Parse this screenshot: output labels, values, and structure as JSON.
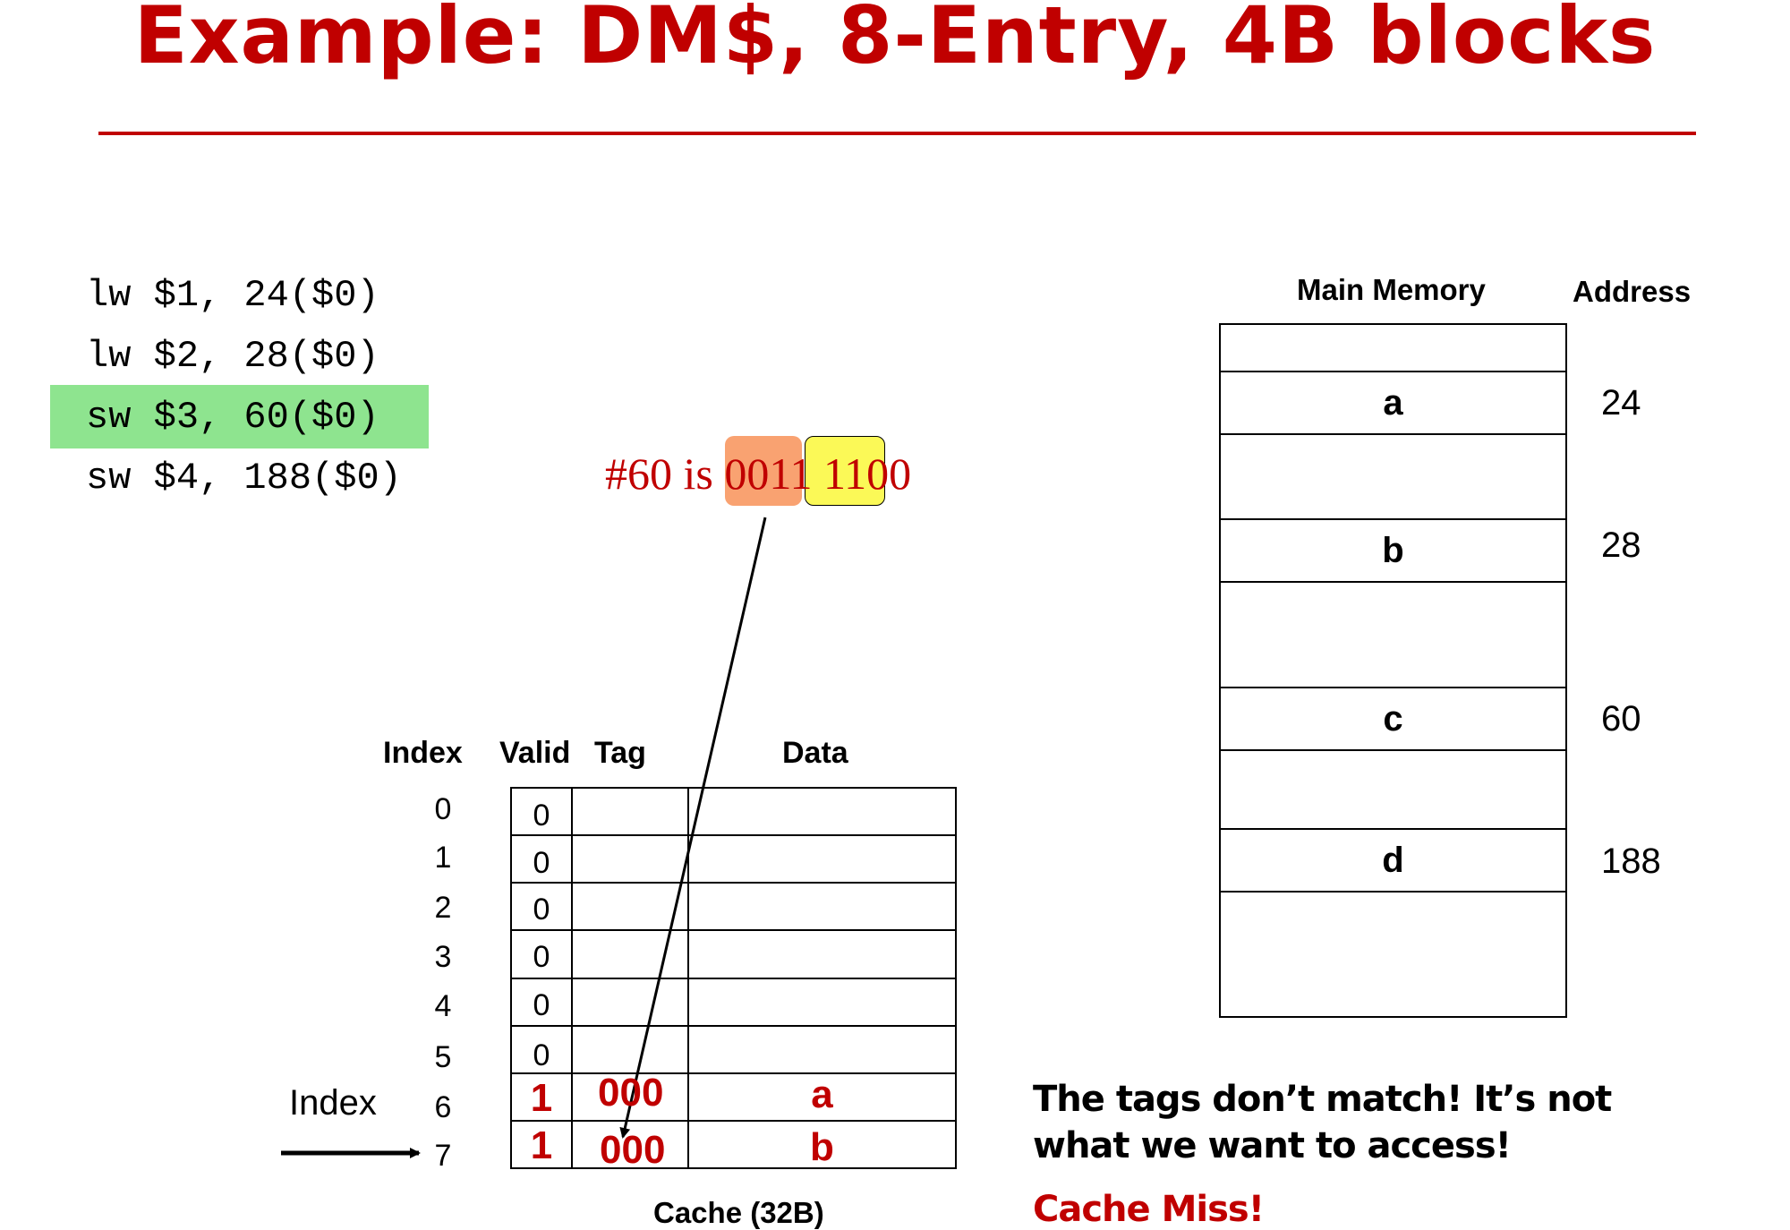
{
  "title": "Example: DM$, 8-Entry, 4B blocks",
  "code": [
    "lw $1, 24($0)",
    "lw $2, 28($0)",
    "sw $3, 60($0)",
    "sw $4, 188($0)"
  ],
  "address_breakdown": {
    "prefix": "#60 is ",
    "tag_bits": "001",
    "index_bits": "1 11",
    "offset_bits": "00"
  },
  "cache": {
    "headers": {
      "index": "Index",
      "valid": "Valid",
      "tag": "Tag",
      "data": "Data"
    },
    "indices": [
      "0",
      "1",
      "2",
      "3",
      "4",
      "5",
      "6",
      "7"
    ],
    "valid": [
      "0",
      "0",
      "0",
      "0",
      "0",
      "0",
      "1",
      "1"
    ],
    "tags": [
      "",
      "",
      "",
      "",
      "",
      "",
      "000",
      "000"
    ],
    "data": [
      "",
      "",
      "",
      "",
      "",
      "",
      "a",
      "b"
    ],
    "caption": "Cache (32B)",
    "index_pointer_label": "Index"
  },
  "memory": {
    "title": "Main Memory",
    "address_header": "Address",
    "entries": [
      {
        "label": "a",
        "address": "24"
      },
      {
        "label": "b",
        "address": "28"
      },
      {
        "label": "c",
        "address": "60"
      },
      {
        "label": "d",
        "address": "188"
      }
    ]
  },
  "message": {
    "line1": "The tags don’t match!  It’s not",
    "line2": "what we want to access!",
    "result": "Cache Miss!"
  },
  "colors": {
    "accent": "#c00000",
    "highlight": "#8ee48f",
    "tag_box": "#f9a271",
    "index_box": "#fbf957"
  }
}
